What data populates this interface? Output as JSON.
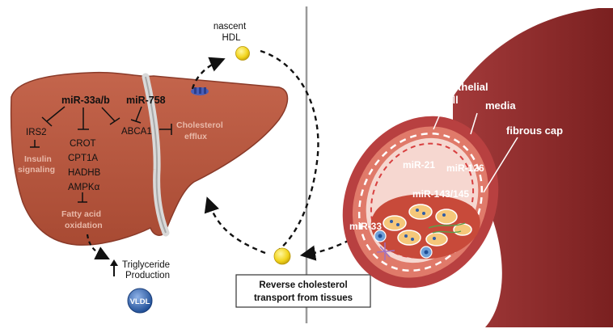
{
  "colors": {
    "liver": "#b5533c",
    "liver_dark": "#8a3a29",
    "vessel_outer": "#8c2a2a",
    "vessel_wall": "#c84545",
    "lumen": "#f6d7d0",
    "hdl": "#f2d41c",
    "vldl": "#2f5da8",
    "divider": "#9a9a9a"
  },
  "liver": {
    "mir33": "miR-33a/b",
    "mir758": "miR-758",
    "irs2": "IRS2",
    "insulin_line1": "Insulin",
    "insulin_line2": "signaling",
    "genes": [
      "CROT",
      "CPT1A",
      "HADHB",
      "AMPKα"
    ],
    "fatty_line1": "Fatty acid",
    "fatty_line2": "oxidation",
    "abca1": "ABCA1",
    "efflux_line1": "Cholesterol",
    "efflux_line2": "efflux"
  },
  "hdl_label": {
    "line1": "nascent",
    "line2": "HDL"
  },
  "triglyceride": {
    "line1": "Triglyceride",
    "line2": "Production"
  },
  "vldl_label": "VLDL",
  "reverse_box": {
    "line1": "Reverse cholesterol",
    "line2": "transport from tissues"
  },
  "artery": {
    "endothelial_line1": "endothelial",
    "endothelial_line2": "cell",
    "media": "media",
    "fibrous_cap": "fibrous cap",
    "mir21": "miR-21",
    "mir126": "miR-126",
    "mir143": "miR-143/145",
    "mir33": "miR-33"
  }
}
